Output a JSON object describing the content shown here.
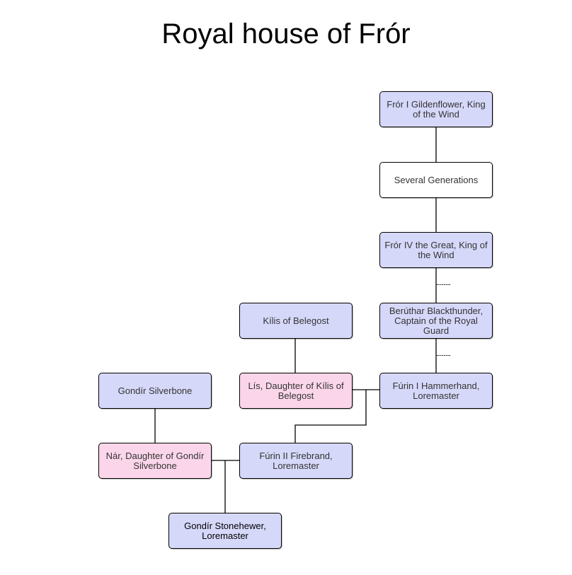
{
  "title": "Royal house of Frór",
  "colors": {
    "male": "#d6d8fa",
    "female": "#fbd6ea",
    "placeholder": "#ffffff",
    "line": "#000000"
  },
  "nodes": {
    "fror1": "Frór I Gildenflower, King of the Wind",
    "generations": "Several Generations",
    "fror4": "Frór IV the Great, King of the Wind",
    "beruthar": "Berúthar Blackthunder, Captain of the Royal Guard",
    "kilis": "Kílis of Belegost",
    "lis": "Lís, Daughter of Kílis of Belegost",
    "furin1": "Fúrin I Hammerhand, Loremaster",
    "gondir_silverbone": "Gondír Silverbone",
    "nar": "Nár, Daughter of Gondír Silverbone",
    "furin2": "Fúrin II Firebrand, Loremaster",
    "gondir_stonehewer": "Gondír Stonehewer, Loremaster"
  }
}
